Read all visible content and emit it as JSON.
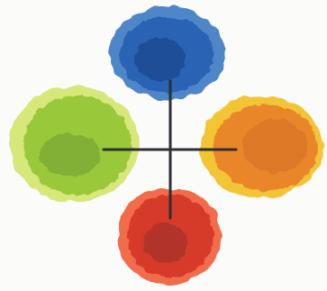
{
  "diagram": {
    "description_colors": {
      "background": "#fbfbfa",
      "cross_lines": "#2e2f36"
    },
    "blobs": [
      {
        "name": "blue",
        "outer": "#4f86c8",
        "mid": "#2a63b3",
        "core": "#1b4c94"
      },
      {
        "name": "green",
        "outer": "#d7e77a",
        "mid": "#9ac83b",
        "core": "#6f9e33"
      },
      {
        "name": "orange",
        "outer": "#f3c534",
        "mid": "#e9862b",
        "core": "#d46e25"
      },
      {
        "name": "red",
        "outer": "#f06c4c",
        "mid": "#d63a2a",
        "core": "#a8322a"
      }
    ]
  }
}
